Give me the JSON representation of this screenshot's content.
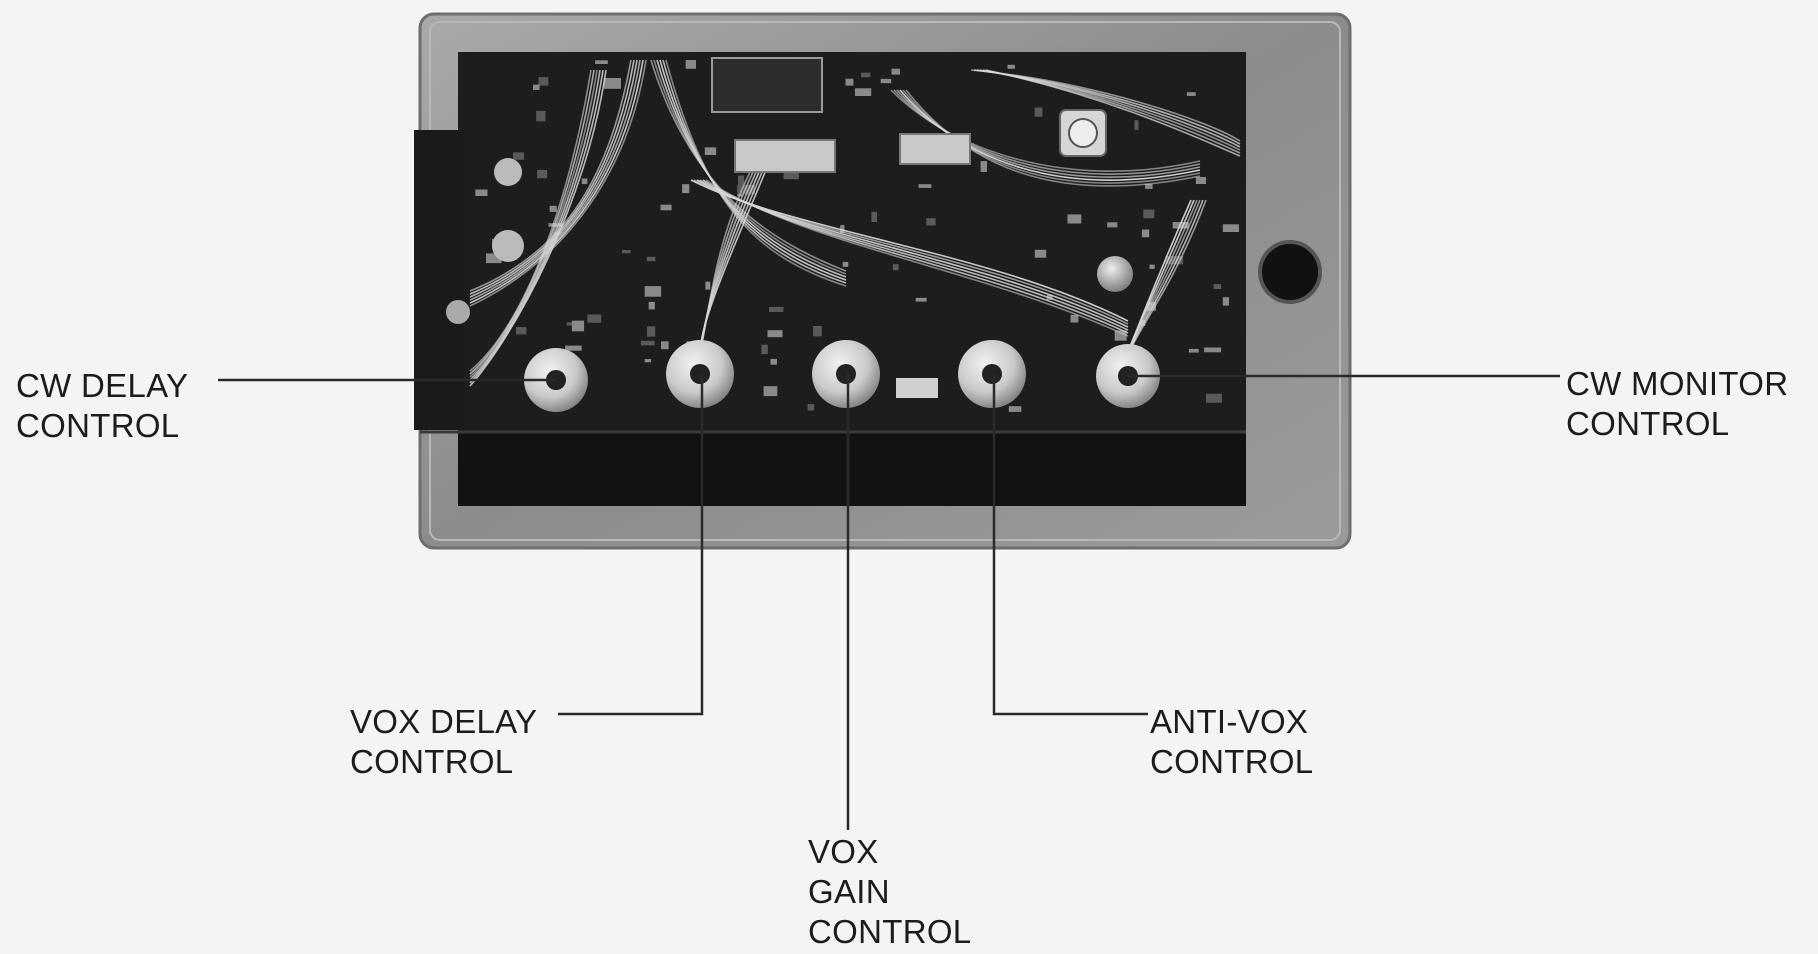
{
  "figure": {
    "callouts": [
      {
        "id": "cw-delay",
        "lines": [
          "CW DELAY",
          "CONTROL"
        ]
      },
      {
        "id": "vox-delay",
        "lines": [
          "VOX DELAY",
          "CONTROL"
        ]
      },
      {
        "id": "vox-gain",
        "lines": [
          "VOX",
          "GAIN",
          "CONTROL"
        ]
      },
      {
        "id": "anti-vox",
        "lines": [
          "ANTI-VOX",
          "CONTROL"
        ]
      },
      {
        "id": "cw-monitor",
        "lines": [
          "CW MONITOR",
          "CONTROL"
        ]
      }
    ],
    "colors": {
      "background": "#f4f4f2",
      "frame": "#8e8e8e",
      "board": "#1d1d1d",
      "wire": "#d8d8d8",
      "leader": "#2a2a2a",
      "text": "#1c1c1c"
    }
  }
}
